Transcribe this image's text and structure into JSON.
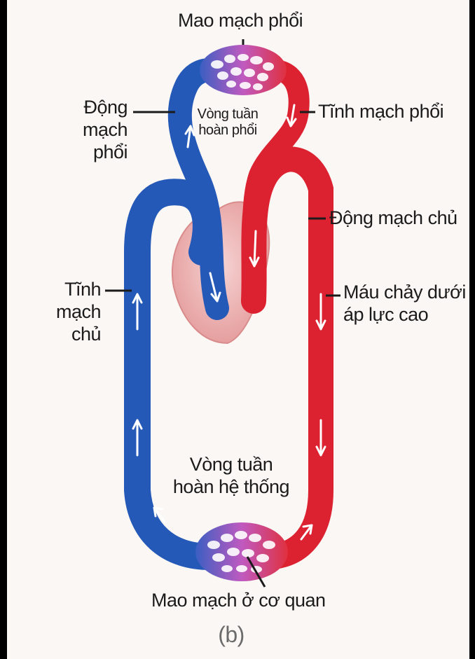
{
  "colors": {
    "oxygen_poor": "#2459b8",
    "oxygen_rich": "#dc2231",
    "heart": "#e9a3a3",
    "leader_line": "#1b1b1b"
  },
  "labels": {
    "pulmonary_capillaries": "Mao mạch phổi",
    "pulmonary_artery": [
      "Động",
      "mạch",
      "phổi"
    ],
    "pulmonary_circulation": [
      "Vòng tuần",
      "hoàn phổi"
    ],
    "pulmonary_vein": "Tĩnh mạch phổi",
    "aorta": "Động mạch chủ",
    "vena_cava": [
      "Tĩnh",
      "mạch",
      "chủ"
    ],
    "high_pressure": [
      "Máu chảy dưới",
      "áp lực cao"
    ],
    "systemic_circulation": [
      "Vòng tuần",
      "hoàn hệ thống"
    ],
    "organ_capillaries": "Mao mạch ở cơ quan",
    "caption": "(b)"
  }
}
